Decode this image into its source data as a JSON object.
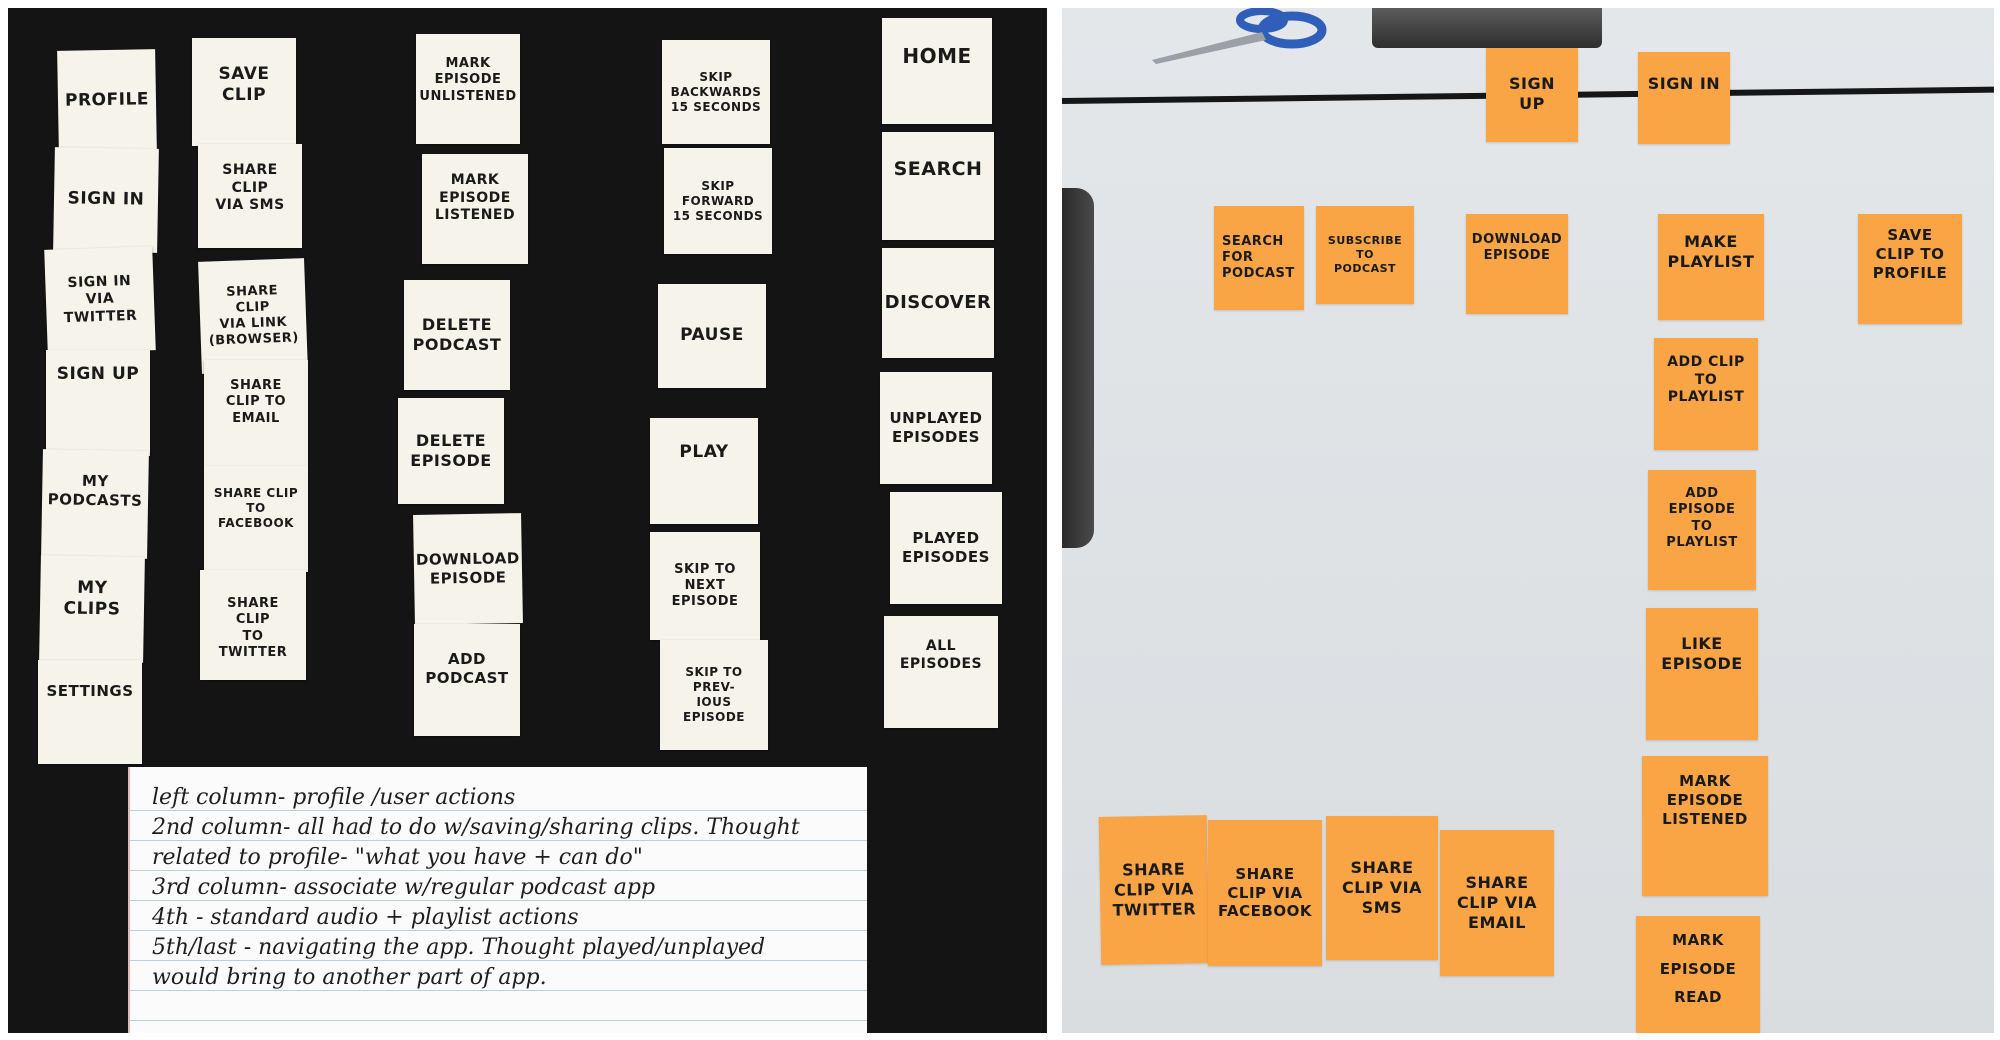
{
  "left_photo": {
    "columns": [
      {
        "notes": [
          "PROFILE",
          "SIGN IN",
          "SIGN IN\nVIA TWITTER",
          "SIGN UP",
          "MY PODCASTS",
          "MY CLIPS",
          "SETTINGS"
        ]
      },
      {
        "notes": [
          "SAVE CLIP",
          "SHARE CLIP\nVIA SMS",
          "SHARE CLIP\nVIA LINK\n(BROWSER)",
          "SHARE CLIP TO\nEMAIL",
          "SHARE CLIP\nTO FACEBOOK",
          "SHARE CLIP\nTO TWITTER"
        ]
      },
      {
        "notes": [
          "MARK EPISODE\nUNLISTENED",
          "MARK EPISODE\nLISTENED",
          "DELETE\nPODCAST",
          "DELETE\nEPISODE",
          "DOWNLOAD\nEPISODE",
          "ADD PODCAST"
        ]
      },
      {
        "notes": [
          "SKIP BACKWARDS\n15 SECONDS",
          "SKIP FORWARD\n15 SECONDS",
          "PAUSE",
          "PLAY",
          "SKIP TO NEXT\nEPISODE",
          "SKIP TO PREV-\nIOUS EPISODE"
        ]
      },
      {
        "notes": [
          "HOME",
          "SEARCH",
          "DISCOVER",
          "UNPLAYED\nEPISODES",
          "PLAYED\nEPISODES",
          "ALL EPISODES"
        ]
      }
    ],
    "handwritten_notes": [
      "left column- profile /user actions",
      "2nd column- all had to do w/saving/sharing clips. Thought",
      "related to profile- \"what you have + can do\"",
      "3rd column- associate w/regular podcast app",
      "4th - standard audio + playlist actions",
      "5th/last - navigating the app. Thought played/unplayed",
      "would bring to another part of app."
    ]
  },
  "right_photo": {
    "top_notes": [
      "SIGN UP",
      "SIGN IN"
    ],
    "row_notes": [
      "SEARCH\nFOR\nPODCAST",
      "SUBSCRIBE\nTO PODCAST",
      "DOWNLOAD\nEPISODE",
      "MAKE\nPLAYLIST",
      "SAVE\nCLIP TO\nPROFILE"
    ],
    "playlist_column": [
      "ADD CLIP\nTO PLAYLIST",
      "ADD EPISODE\nTO PLAYLIST",
      "LIKE\nEPISODE",
      "MARK EPISODE\nLISTENED",
      "MARK EPISODE\nREAD"
    ],
    "share_notes": [
      "SHARE\nCLIP VIA\nTWITTER",
      "SHARE\nCLIP VIA\nFACEBOOK",
      "SHARE\nCLIP VIA\nSMS",
      "SHARE\nCLIP VIA\nEMAIL"
    ]
  },
  "colors": {
    "cream_note": "#f5f3ea",
    "orange_note": "#f9a445",
    "dark_surface": "#141414",
    "whiteboard": "#e0e4e7"
  }
}
